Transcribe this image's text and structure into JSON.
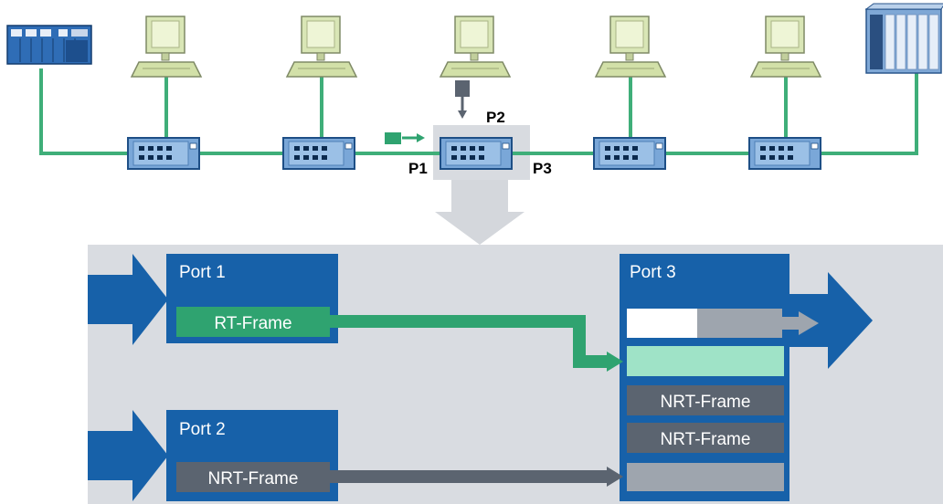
{
  "colors": {
    "network_line": "#3fae79",
    "switch_fill": "#7aa7d8",
    "port_box": "#1761a9",
    "rt_frame": "#2fa370",
    "nrt_frame": "#5b6470",
    "panel_bg": "#d9dce1",
    "queue_light": "#9fe3c7",
    "queue_gray": "#9ea5ae"
  },
  "network": {
    "port_labels": {
      "p1": "P1",
      "p2": "P2",
      "p3": "P3"
    }
  },
  "detail": {
    "port1": {
      "title": "Port 1",
      "frame": "RT-Frame"
    },
    "port2": {
      "title": "Port 2",
      "frame": "NRT-Frame"
    },
    "port3": {
      "title": "Port 3",
      "queue": [
        "NRT-Frame",
        "NRT-Frame"
      ]
    }
  }
}
